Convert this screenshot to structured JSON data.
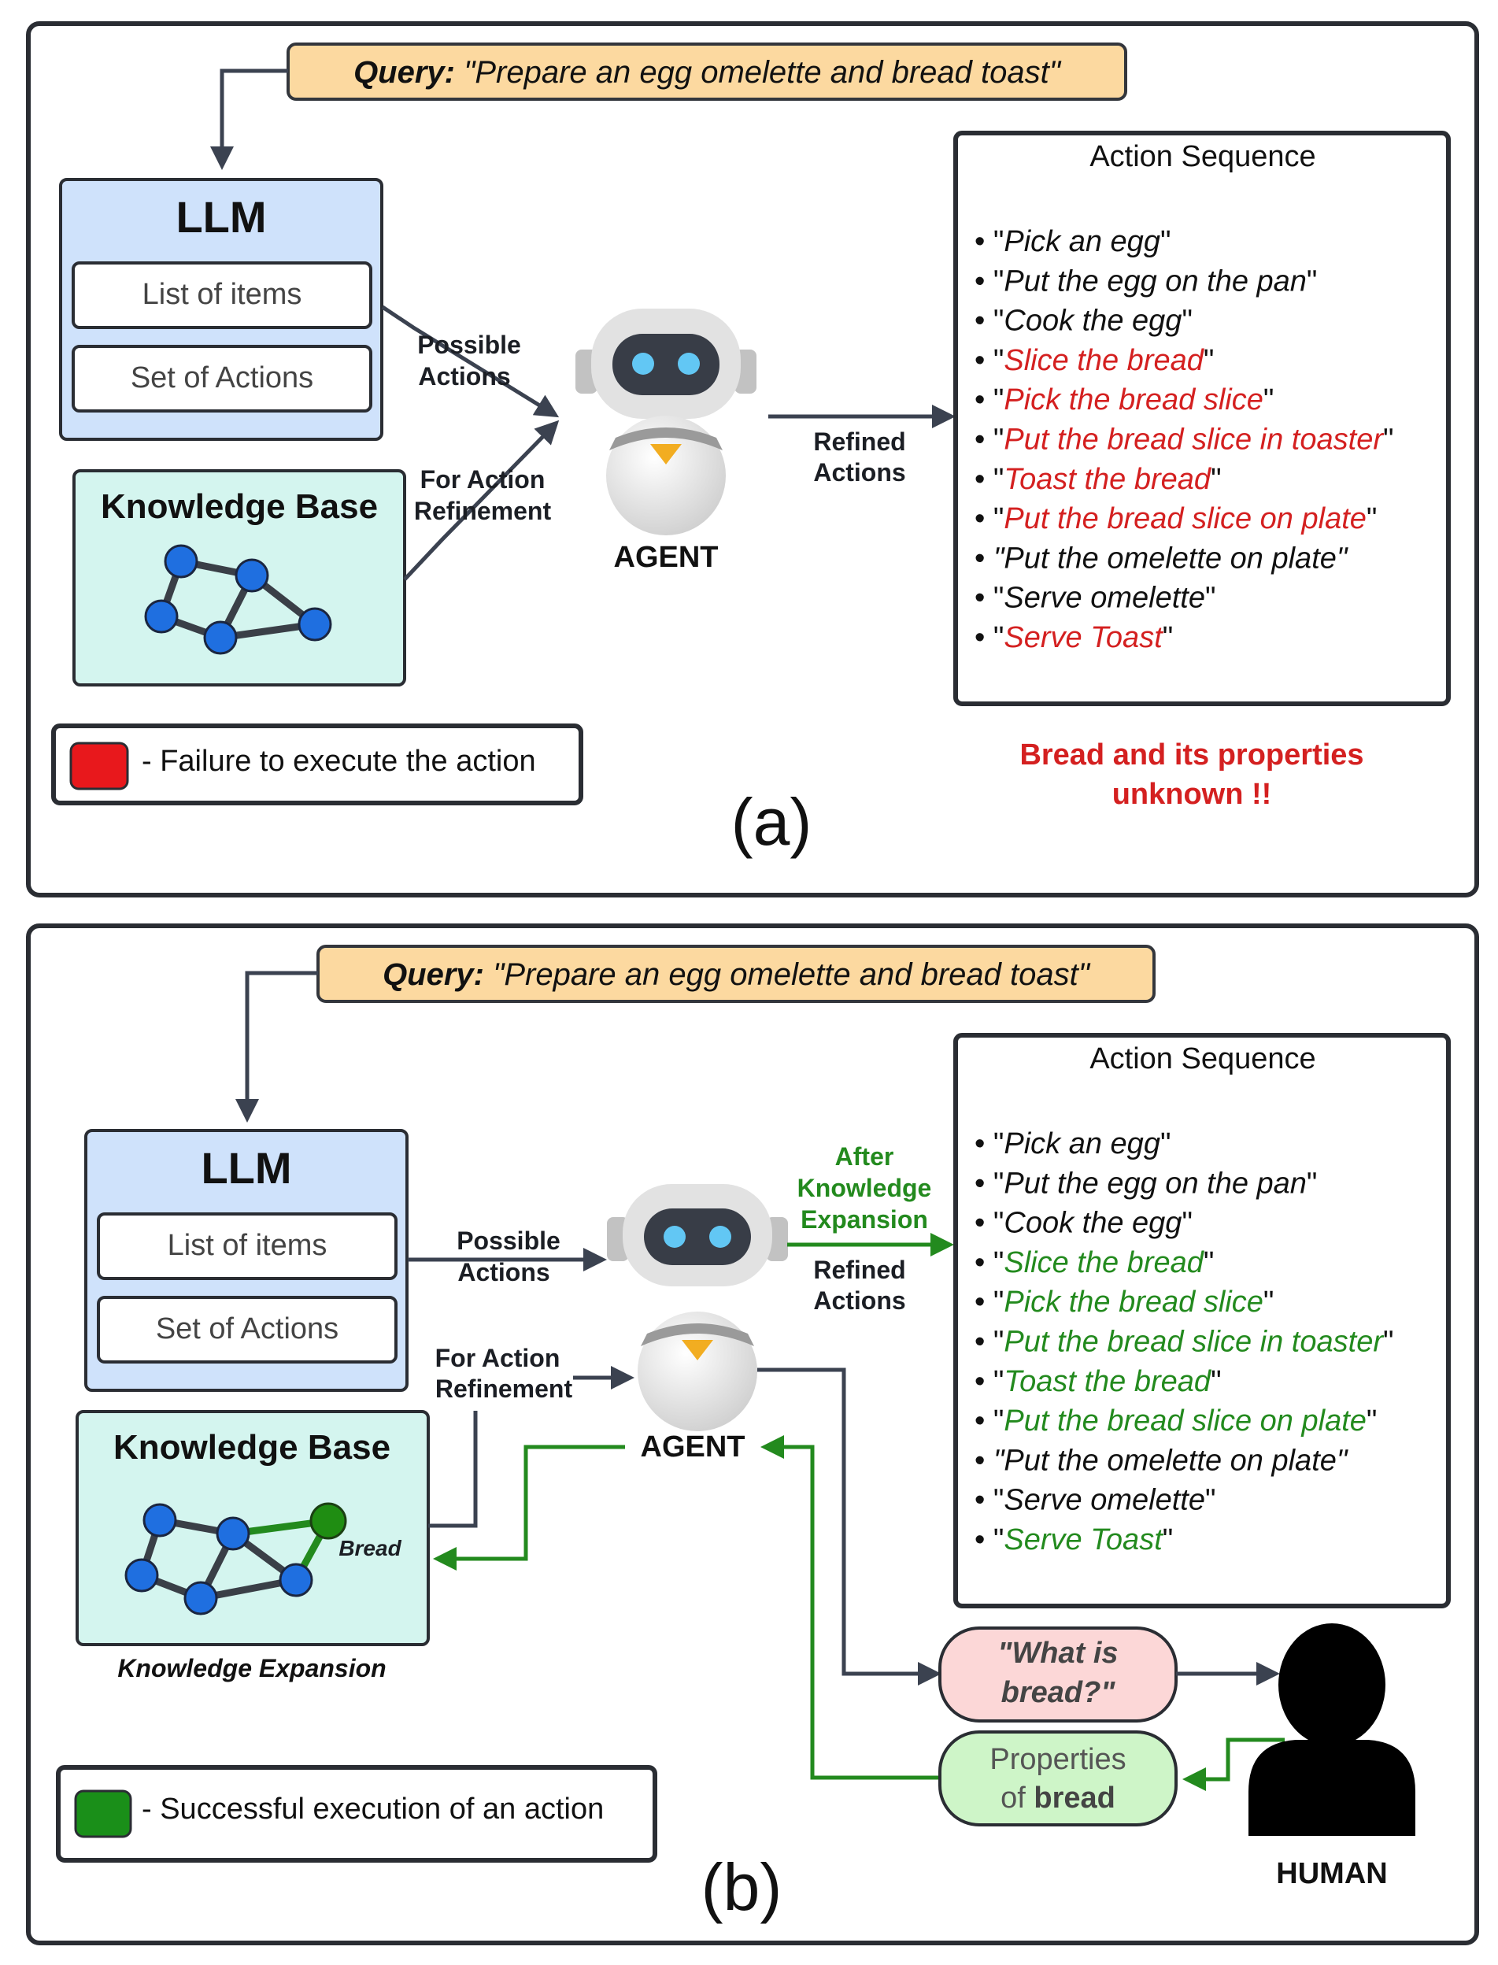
{
  "panel_a": {
    "query_label": "Query:",
    "query_text": "\"Prepare an egg omelette and bread toast\"",
    "llm_title": "LLM",
    "llm_items": [
      "List of items",
      "Set of Actions"
    ],
    "kb_title": "Knowledge Base",
    "possible_actions": [
      "Possible",
      "Actions"
    ],
    "for_action_refinement": [
      "For Action",
      "Refinement"
    ],
    "refined_actions": [
      "Refined",
      "Actions"
    ],
    "agent_label": "AGENT",
    "action_title": "Action Sequence",
    "actions": [
      {
        "text": "Pick an egg",
        "status": "normal"
      },
      {
        "text": "Put the egg on the pan",
        "status": "normal"
      },
      {
        "text": "Cook the egg",
        "status": "normal"
      },
      {
        "text": "Slice the bread",
        "status": "fail"
      },
      {
        "text": "Pick the bread slice",
        "status": "fail"
      },
      {
        "text": "Put the bread slice in toaster",
        "status": "fail"
      },
      {
        "text": "Toast the bread",
        "status": "fail"
      },
      {
        "text": "Put the bread slice on plate",
        "status": "fail"
      },
      {
        "text": "Put the omelette on plate",
        "status": "normal",
        "quoted_italic": true
      },
      {
        "text": "Serve omelette",
        "status": "normal"
      },
      {
        "text": "Serve Toast",
        "status": "fail"
      }
    ],
    "legend_text": "- Failure to execute the action",
    "warning": [
      "Bread and its properties",
      "unknown !!"
    ],
    "caption": "(a)"
  },
  "panel_b": {
    "query_label": "Query:",
    "query_text": "\"Prepare an egg omelette and bread toast\"",
    "llm_title": "LLM",
    "llm_items": [
      "List of items",
      "Set of Actions"
    ],
    "kb_title": "Knowledge Base",
    "bread_node": "Bread",
    "kb_caption": "Knowledge Expansion",
    "possible_actions": [
      "Possible",
      "Actions"
    ],
    "for_action_refinement": [
      "For Action",
      "Refinement"
    ],
    "after_expansion": [
      "After",
      "Knowledge",
      "Expansion"
    ],
    "refined_actions": [
      "Refined",
      "Actions"
    ],
    "agent_label": "AGENT",
    "action_title": "Action Sequence",
    "actions": [
      {
        "text": "Pick an egg",
        "status": "normal"
      },
      {
        "text": "Put the egg on the pan",
        "status": "normal"
      },
      {
        "text": "Cook the egg",
        "status": "normal"
      },
      {
        "text": "Slice the bread",
        "status": "success"
      },
      {
        "text": "Pick the bread slice",
        "status": "success"
      },
      {
        "text": "Put the bread slice in toaster",
        "status": "success"
      },
      {
        "text": "Toast the bread",
        "status": "success"
      },
      {
        "text": "Put the bread slice on plate",
        "status": "success"
      },
      {
        "text": "Put the omelette on plate",
        "status": "normal",
        "quoted_italic": true
      },
      {
        "text": "Serve omelette",
        "status": "normal"
      },
      {
        "text": "Serve Toast",
        "status": "success"
      }
    ],
    "question": [
      "\"What is",
      "bread?\""
    ],
    "properties": [
      "Properties",
      "of",
      "bread"
    ],
    "human_label": "HUMAN",
    "legend_text": "- Successful execution of an action",
    "caption": "(b)"
  },
  "colors": {
    "fail": "#d42020",
    "success": "#238a1e",
    "normal": "#111111",
    "query_fill": "#fcd9a0",
    "llm_fill": "#cfe2fb",
    "kb_fill": "#d4f5ef",
    "node": "#1f6fe0",
    "question_fill": "#fcd7d7",
    "properties_fill": "#cef5c8"
  },
  "icons": {
    "agent": "robot-icon",
    "human": "person-icon",
    "graph": "graph-icon"
  }
}
